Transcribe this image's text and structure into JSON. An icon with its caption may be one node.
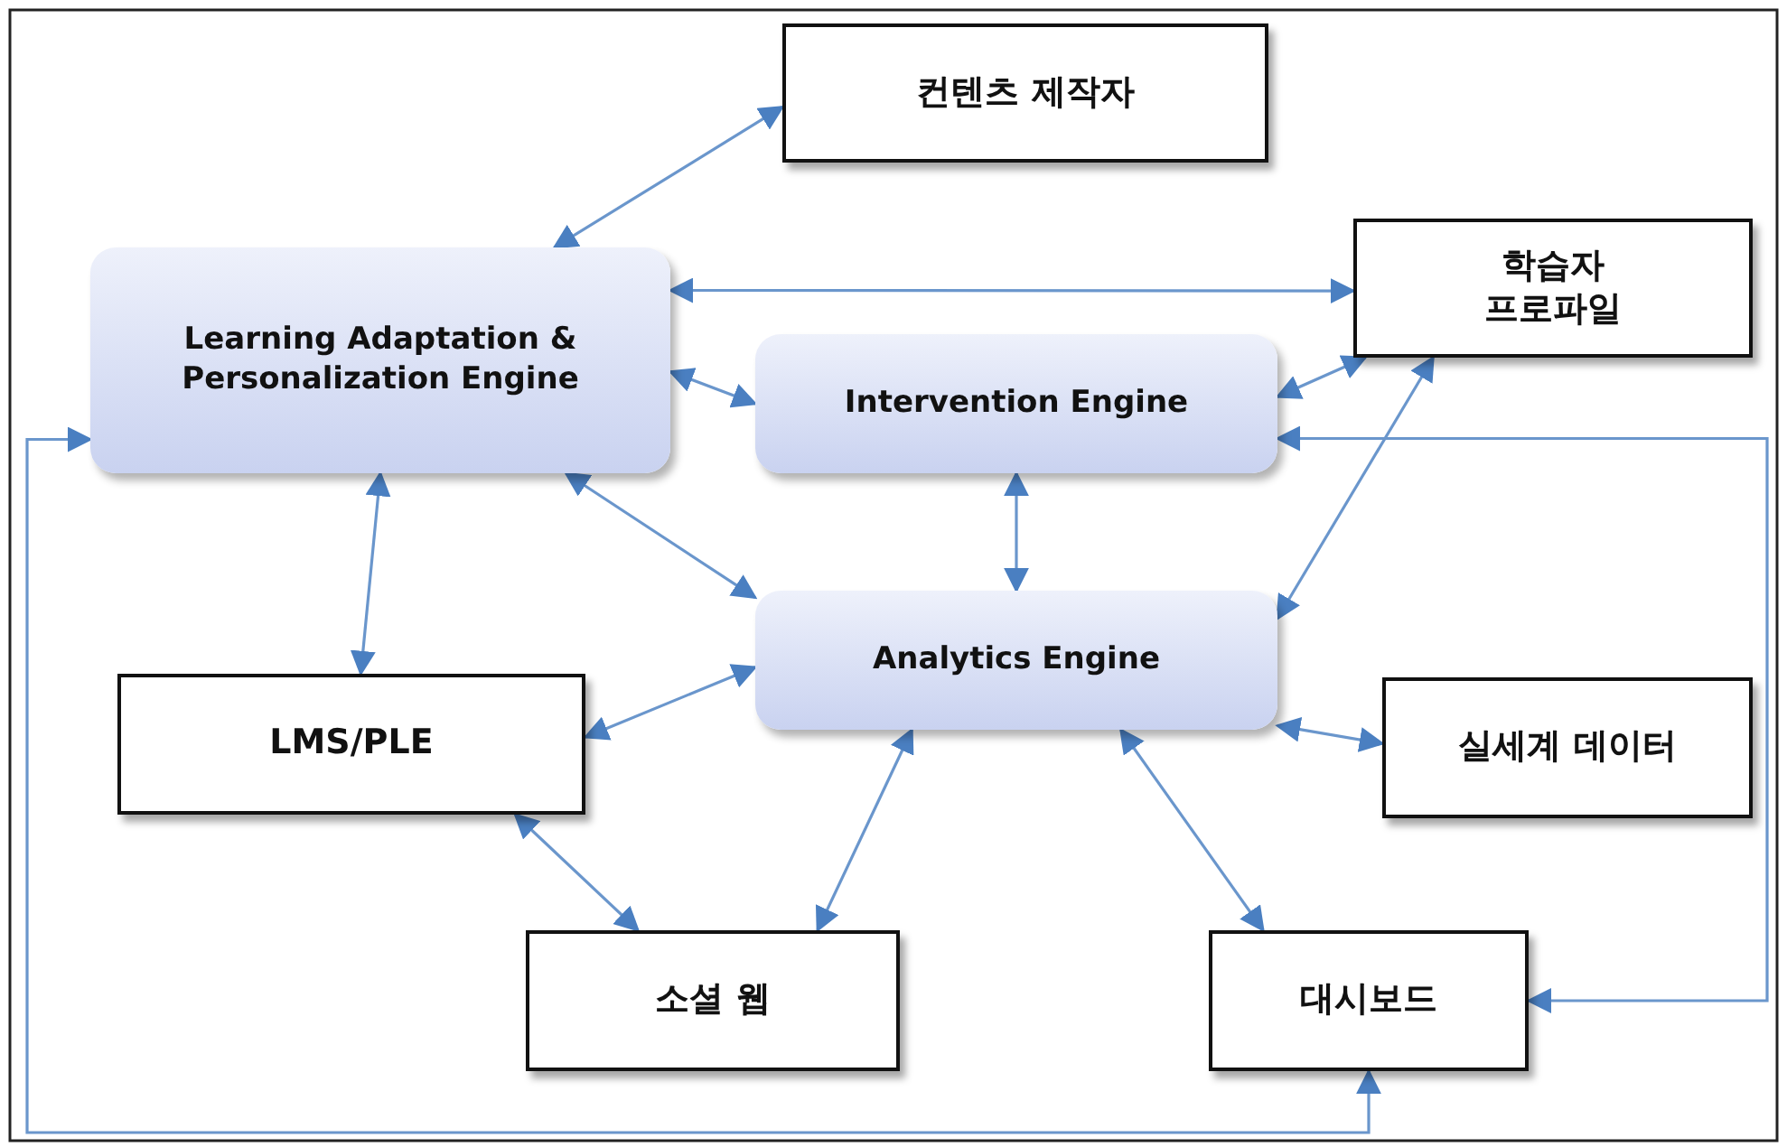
{
  "diagram": {
    "nodes": [
      {
        "text": [
          "Learning Adaptation & Personalization Engine"
        ]
      },
      {
        "text": [
          "컨텐츠 제작자"
        ]
      },
      {
        "text": [
          "학습자 프로파일"
        ]
      },
      {
        "text": [
          "Intervention Engine"
        ]
      },
      {
        "text": [
          "Analytics Engine"
        ]
      },
      {
        "text": [
          "LMS/PLE"
        ]
      },
      {
        "text": [
          "실세계 데이터"
        ]
      },
      {
        "text": [
          "소셜 웹"
        ]
      },
      {
        "text": [
          "대시보드"
        ]
      }
    ],
    "edges": [
      {
        "from": 1,
        "to": 0,
        "arrow": "both"
      },
      {
        "from": 0,
        "to": 2,
        "arrow": "both"
      },
      {
        "from": 0,
        "to": 3,
        "arrow": "both"
      },
      {
        "from": 0,
        "to": 4,
        "arrow": "both"
      },
      {
        "from": 0,
        "to": 5,
        "arrow": "both"
      },
      {
        "from": 3,
        "to": 2,
        "arrow": "both"
      },
      {
        "from": 2,
        "to": 4,
        "arrow": "both"
      },
      {
        "from": 3,
        "to": 4,
        "arrow": "both"
      },
      {
        "from": 8,
        "to": 3,
        "arrow": "both"
      },
      {
        "from": 4,
        "to": 6,
        "arrow": "both"
      },
      {
        "from": 4,
        "to": 5,
        "arrow": "both"
      },
      {
        "from": 4,
        "to": 7,
        "arrow": "both"
      },
      {
        "from": 4,
        "to": 8,
        "arrow": "both"
      },
      {
        "from": 5,
        "to": 7,
        "arrow": "both"
      },
      {
        "from": 0,
        "to": 8,
        "arrow": "both"
      }
    ]
  }
}
